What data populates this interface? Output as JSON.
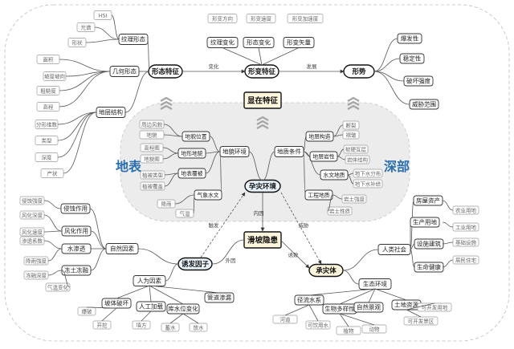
{
  "title": "显在特征",
  "center": {
    "disaster_env": "孕灾环境",
    "hazard": "滑坡隐患",
    "trigger": "诱发因子",
    "carrier": "承灾体"
  },
  "edge_labels": {
    "change": "变化",
    "develop": "发展",
    "internal": "内因",
    "external": "外因",
    "induce": "触发",
    "effect1": "诱致",
    "effect2": "威胁"
  },
  "side_labels": {
    "surface": "地表",
    "deep": "深部"
  },
  "top": {
    "morph_feature": "形态特征",
    "deform_feature": "形变特征",
    "trend": "形势",
    "morph_children": [
      "纹理形态",
      "几何形态",
      "地层结构"
    ],
    "texture_leaves": [
      "HSI",
      "光谱",
      "形状"
    ],
    "geometry_leaves": [
      "面积",
      "坡度坡向",
      "粗糙度",
      "高程"
    ],
    "structure_leaves": [
      "分形维数",
      "类型",
      "深度",
      "产状"
    ],
    "deform_children": [
      "纹理变化",
      "形态变化",
      "形变矢量"
    ],
    "deform_leaves": [
      "形变方向",
      "形变速度",
      "形变加速度"
    ],
    "trend_leaves": [
      "爆发性",
      "稳定性",
      "破坏强度",
      "威胁范围"
    ]
  },
  "left_env": {
    "root": "地貌环境",
    "children": [
      "地貌位置",
      "地形地貌",
      "地表覆被",
      "气象水文"
    ],
    "position_leaves": [
      "周边风貌",
      "地貌"
    ],
    "landform_leaves": [
      "高程图",
      "地貌图"
    ],
    "cover_leaves": [
      "植被类型",
      "植被覆盖"
    ],
    "weather_leaves": [
      "降雨",
      "气温"
    ]
  },
  "right_env": {
    "root": "地质条件",
    "children": [
      "地层构造",
      "地层岩性",
      "水文地质",
      "工程地质"
    ],
    "structure_leaves": [
      "断裂",
      "褶皱"
    ],
    "lith_leaves": [
      "软硬互层",
      "岩体结构"
    ],
    "hydro_leaves": [
      "地下水分布",
      "地下水补给"
    ],
    "eng_leaves": [
      "岩土强度",
      "岩土性质"
    ]
  },
  "bottom_left": {
    "natural": "自然因素",
    "natural_children": [
      "侵蚀作用",
      "风化作用",
      "水渗透",
      "冻土冻融"
    ],
    "erosion_leaves": [
      "侵蚀强度"
    ],
    "weather_leaves": [
      "风化深度",
      "风化速度"
    ],
    "seep_leaves": [
      "渗透系数",
      "降雨强度"
    ],
    "freeze_leaves": [
      "冻融深度",
      "气温变化"
    ],
    "human": "人为因素",
    "human_children": [
      "坡体破坏",
      "人工加载",
      "库水位变化",
      "管道渗漏"
    ],
    "slope_leaves": [
      "爆破",
      "开挖"
    ],
    "load_leaves": [
      "填方"
    ],
    "reservoir_leaves": [
      "蓄水",
      "放水"
    ]
  },
  "bottom_right": {
    "social": "人类社会",
    "social_children": [
      "房屋资产",
      "生产用地",
      "设施建筑",
      "生命健康"
    ],
    "social_leaves": [
      "农业用地",
      "工业用地",
      "基础设施",
      "居民住宅"
    ],
    "eco": "生态环境",
    "eco_children": [
      "径流水系",
      "生物多样性",
      "自然景观",
      "土地资源"
    ],
    "eco_leaves": [
      "河道",
      "可饮用水",
      "植物",
      "动物",
      "可开发用地",
      "可开发景区"
    ]
  }
}
